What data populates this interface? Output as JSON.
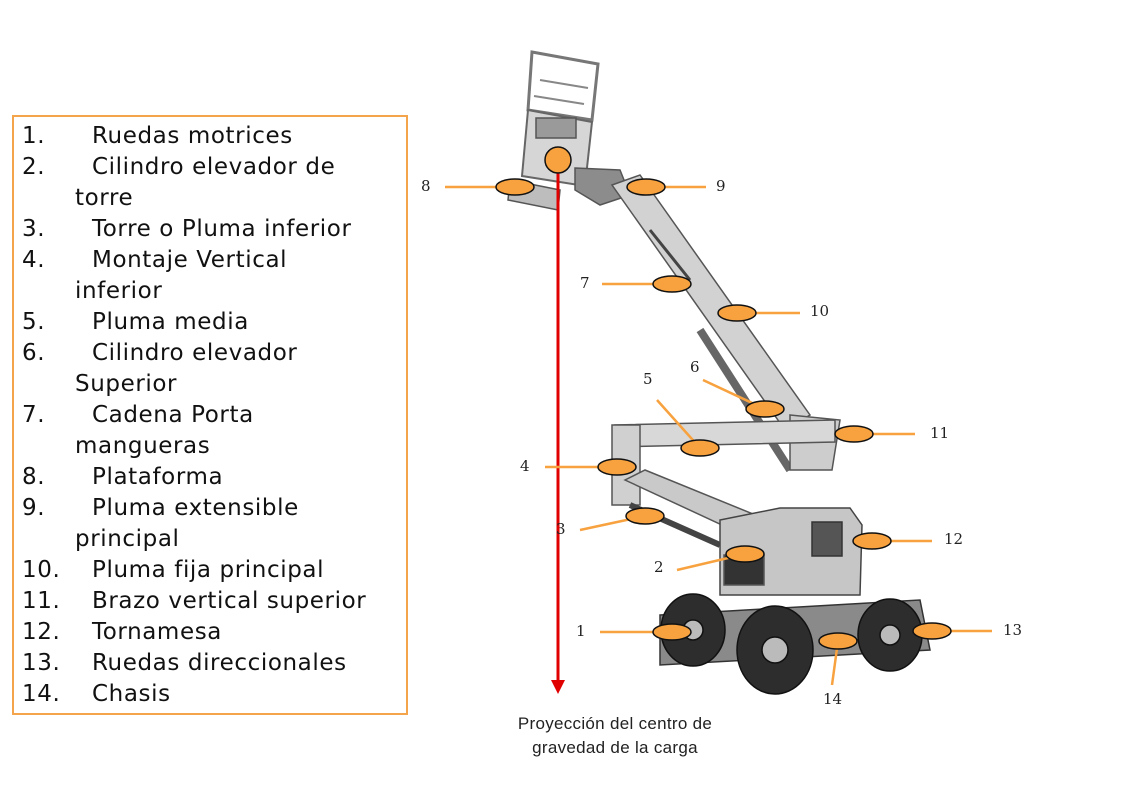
{
  "legend": [
    {
      "num": "1.",
      "text": "Ruedas motrices",
      "cont": ""
    },
    {
      "num": "2.",
      "text": "Cilindro elevador de",
      "cont": "torre"
    },
    {
      "num": "3.",
      "text": "Torre o Pluma inferior",
      "cont": ""
    },
    {
      "num": "4.",
      "text": "Montaje Vertical",
      "cont": "inferior"
    },
    {
      "num": "5.",
      "text": "Pluma media",
      "cont": ""
    },
    {
      "num": "6.",
      "text": "Cilindro elevador",
      "cont": "Superior"
    },
    {
      "num": "7.",
      "text": "Cadena Porta",
      "cont": "mangueras"
    },
    {
      "num": "8.",
      "text": "Plataforma",
      "cont": ""
    },
    {
      "num": "9.",
      "text": "Pluma extensible",
      "cont": "principal"
    },
    {
      "num": "10.",
      "text": "Pluma fija principal",
      "cont": ""
    },
    {
      "num": "11.",
      "text": "Brazo vertical superior",
      "cont": ""
    },
    {
      "num": "12.",
      "text": "Tornamesa",
      "cont": ""
    },
    {
      "num": "13.",
      "text": "Ruedas direccionales",
      "cont": ""
    },
    {
      "num": "14.",
      "text": "Chasis",
      "cont": ""
    }
  ],
  "callouts": [
    "1",
    "2",
    "3",
    "4",
    "5",
    "6",
    "7",
    "8",
    "9",
    "10",
    "11",
    "12",
    "13",
    "14"
  ],
  "caption": {
    "line1": "Proyección del centro de",
    "line2": "gravedad de la carga"
  },
  "colors": {
    "marker": "#f7a23f",
    "leader": "#f7a23f",
    "cog_arrow": "#e00000",
    "border": "#f4a44a"
  }
}
